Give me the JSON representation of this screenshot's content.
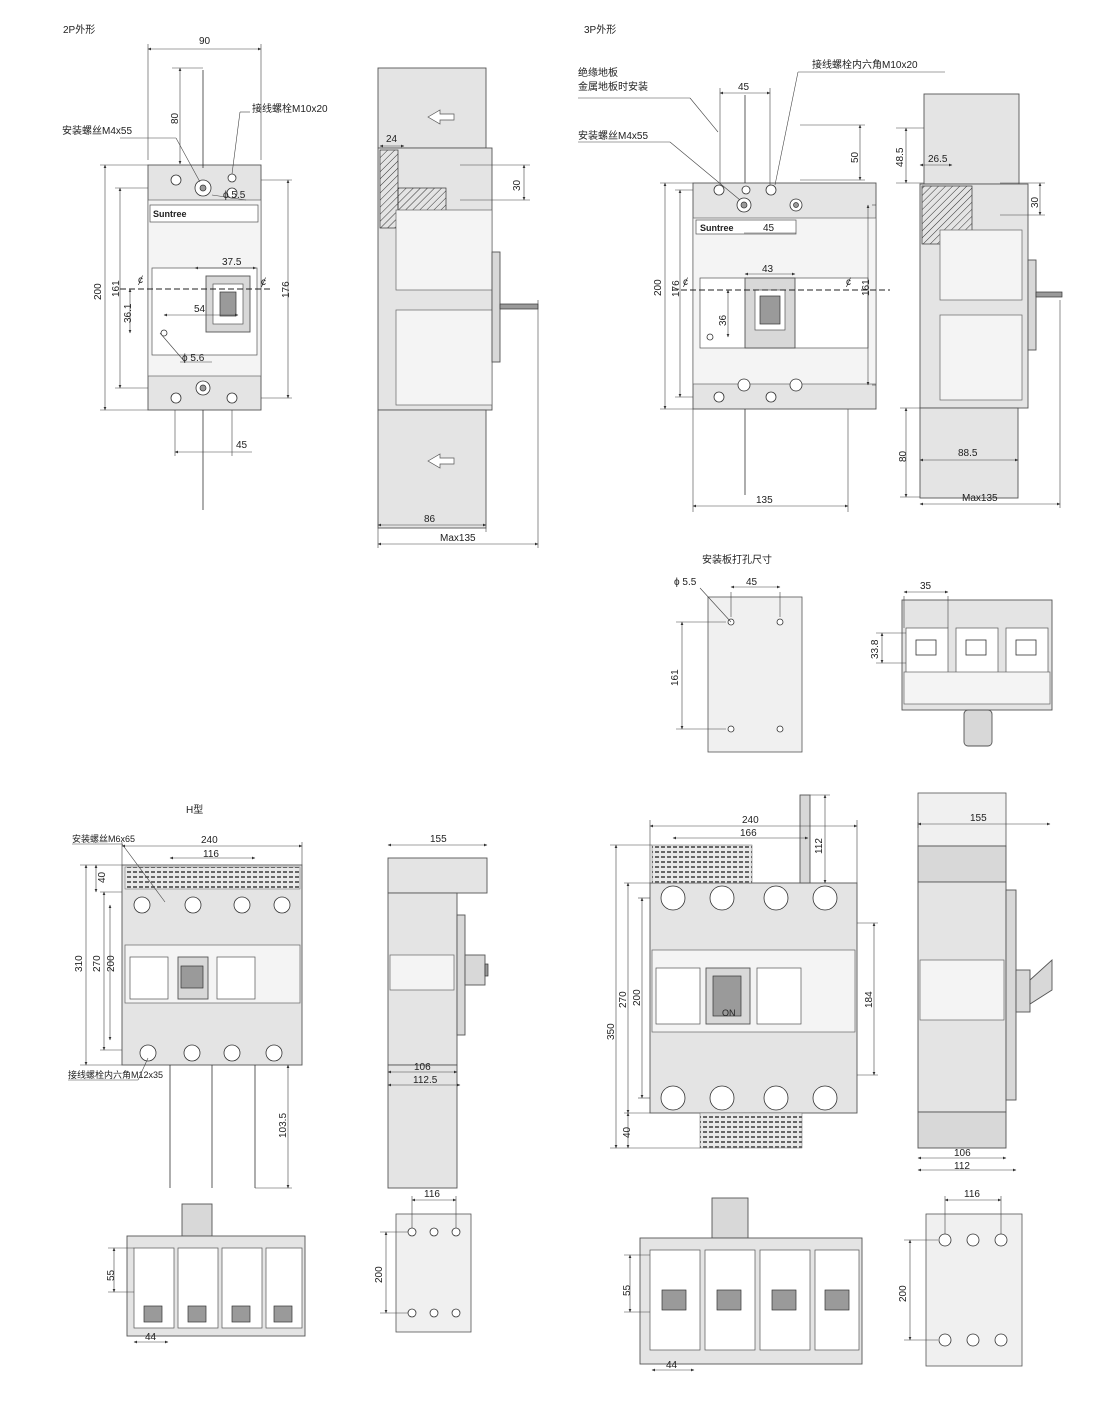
{
  "section_titles": {
    "p2": "2P外形",
    "p3": "3P外形",
    "h_type": "H型",
    "mounting": "安装板打孔尺寸"
  },
  "notes": {
    "mount_screw_m4": "安装螺丝M4x55",
    "terminal_bolt_m10": "接线螺栓M10x20",
    "insulation_board_1": "绝缘地板",
    "insulation_board_2": "金属地板时安装",
    "terminal_hex_m10": "接线螺栓内六角M10x20",
    "mount_screw_m6": "安装螺丝M6x65",
    "terminal_hex_m12": "接线螺栓内六角M12x35",
    "brand": "Suntree",
    "on_label": "ON"
  },
  "dims": {
    "p2_w90": "90",
    "p2_h80": "80",
    "p2_d55": "ϕ 5.5",
    "p2_375": "37.5",
    "p2_54": "54",
    "p2_361": "36.1",
    "p2_d56": "ϕ 5.6",
    "p2_200": "200",
    "p2_161": "161",
    "p2_176": "176",
    "p2_45": "45",
    "p2s_24": "24",
    "p2s_30": "30",
    "p2s_86": "86",
    "p2s_max": "Max135",
    "p3_45a": "45",
    "p3_50": "50",
    "p3_45b": "45",
    "p3_43": "43",
    "p3_36": "36",
    "p3_200": "200",
    "p3_176": "176",
    "p3_161": "161",
    "p3_135": "135",
    "p3s_485": "48.5",
    "p3s_265": "26.5",
    "p3s_30": "30",
    "p3s_80": "80",
    "p3s_885": "88.5",
    "p3s_max": "Max135",
    "mp_d55": "ϕ 5.5",
    "mp_45": "45",
    "mp_161": "161",
    "t3_35": "35",
    "t3_338": "33.8",
    "h_240": "240",
    "h_116": "116",
    "h_40": "40",
    "h_310": "310",
    "h_270": "270",
    "h_200": "200",
    "h_1035": "103.5",
    "hs_155": "155",
    "hs_106": "106",
    "hs_1125": "112.5",
    "hb_55": "55",
    "hb_44": "44",
    "hm_116": "116",
    "hm_200": "200",
    "r_240": "240",
    "r_166": "166",
    "r_112": "112",
    "r_350": "350",
    "r_270": "270",
    "r_200": "200",
    "r_184": "184",
    "r_40": "40",
    "rs_155": "155",
    "rs_106": "106",
    "rs_112": "112",
    "rb_55": "55",
    "rb_44": "44",
    "rm_116": "116",
    "rm_200": "200"
  }
}
